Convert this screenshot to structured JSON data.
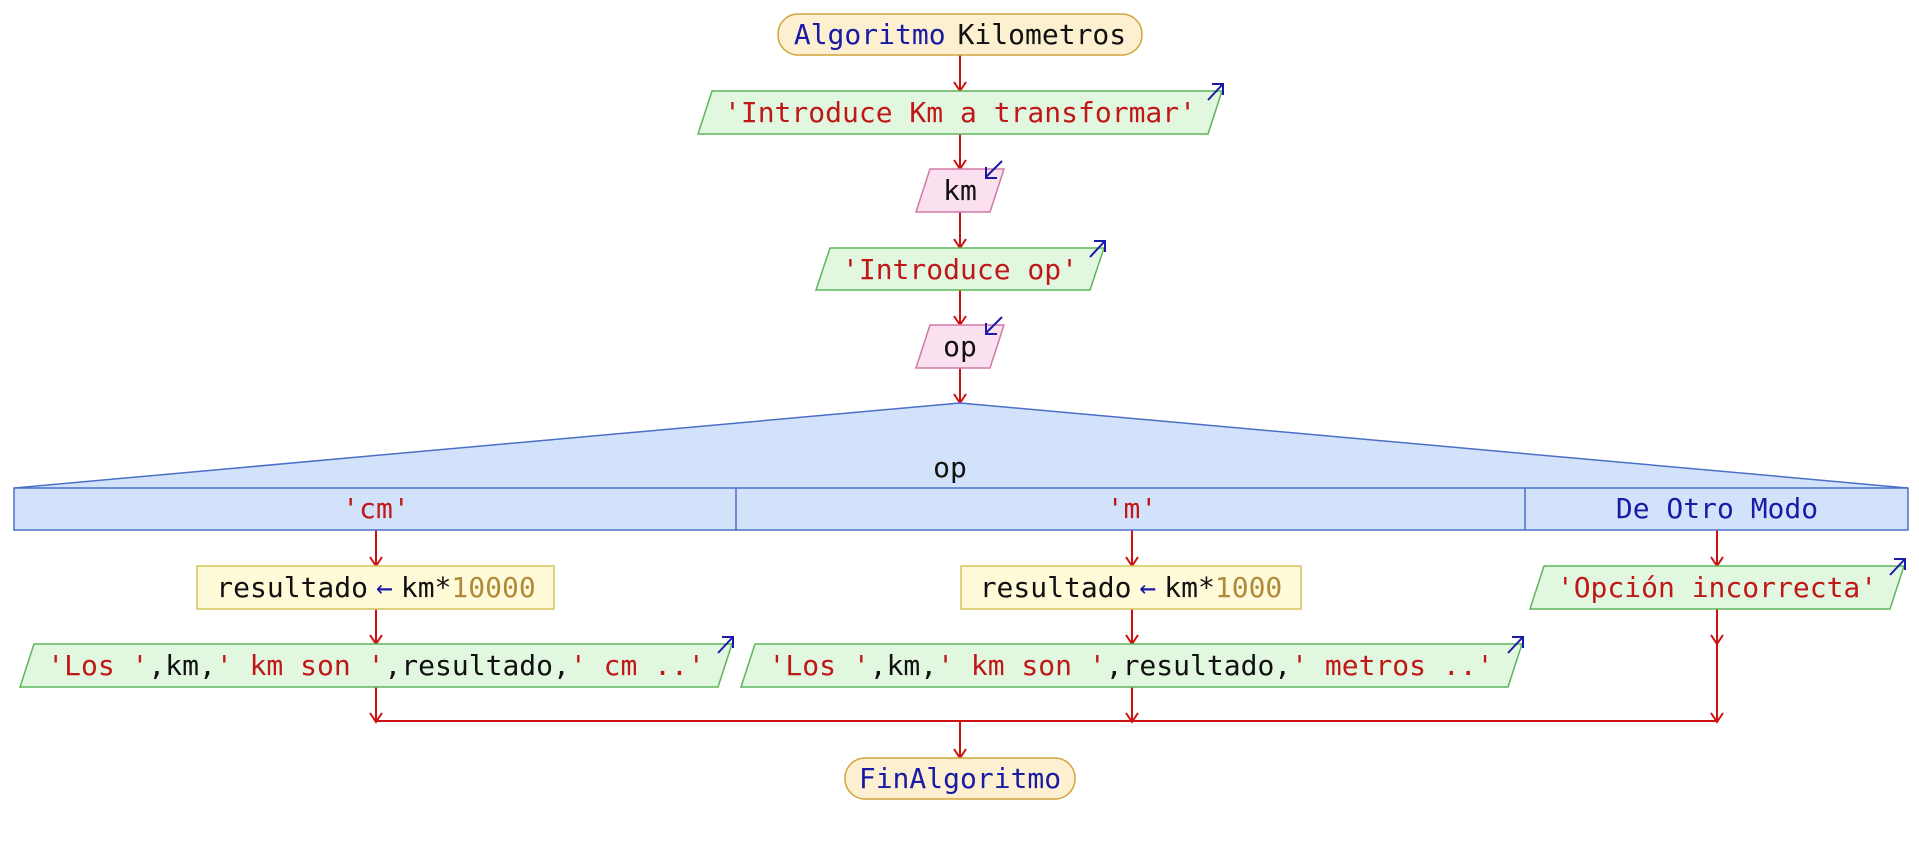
{
  "start": {
    "keyword": "Algoritmo",
    "name": "Kilometros"
  },
  "output1": {
    "text": "'Introduce Km a transformar'"
  },
  "input1": {
    "var": "km"
  },
  "output2": {
    "text": "'Introduce op'"
  },
  "input2": {
    "var": "op"
  },
  "switch": {
    "expr": "op",
    "cases": [
      {
        "label": "'cm'",
        "assign": {
          "target": "resultado",
          "op_symbol": "←",
          "expr_var": "km*",
          "expr_num": "10000"
        },
        "print": {
          "s1": "'Los '",
          "c1": ",",
          "v1": "km",
          "c2": ",",
          "s2": "' km son '",
          "c3": ",",
          "v2": "resultado",
          "c4": ",",
          "s3": "' cm ..'"
        }
      },
      {
        "label": "'m'",
        "assign": {
          "target": "resultado",
          "op_symbol": "←",
          "expr_var": "km*",
          "expr_num": "1000"
        },
        "print": {
          "s1": "'Los '",
          "c1": ",",
          "v1": "km",
          "c2": ",",
          "s2": "' km son '",
          "c3": ",",
          "v2": "resultado",
          "c4": ",",
          "s3": "' metros ..'"
        }
      },
      {
        "label": "De Otro Modo",
        "print_text": "'Opción incorrecta'"
      }
    ]
  },
  "end": {
    "keyword": "FinAlgoritmo"
  },
  "colors": {
    "terminal_fill": "#fdf0d0",
    "terminal_stroke": "#d4a23a",
    "output_fill": "#e2f7df",
    "output_stroke": "#5db55a",
    "input_fill": "#fbe1ef",
    "input_stroke": "#d07aa6",
    "process_fill": "#fffbd8",
    "process_stroke": "#d6c45a",
    "switch_fill": "#d3e2fb",
    "switch_stroke": "#4a6fc7",
    "flow": "#cc1111"
  }
}
